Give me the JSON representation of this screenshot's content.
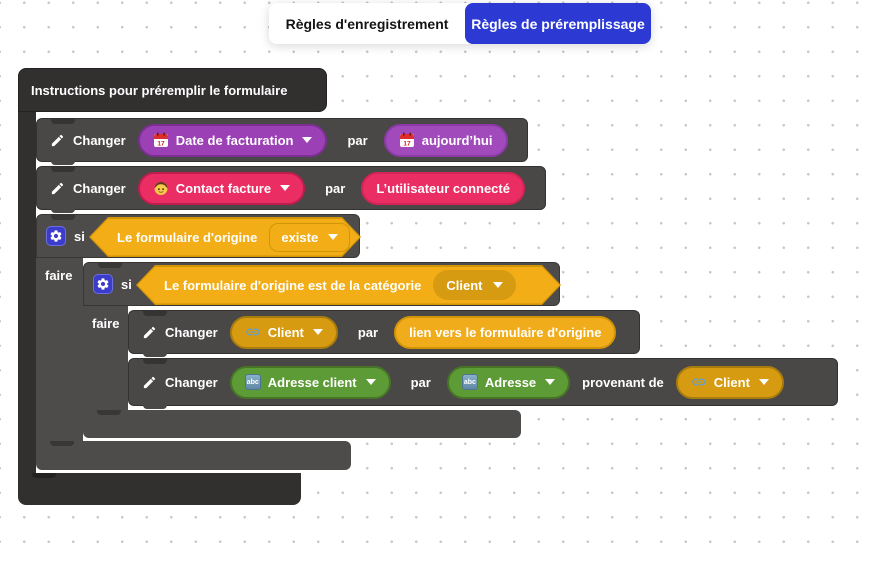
{
  "tabs": {
    "items": [
      {
        "label": "Règles d'enregistrement",
        "active": false
      },
      {
        "label": "Règles de préremplissage",
        "active": true
      }
    ]
  },
  "colors": {
    "tab_active_bg": "#2c3ad3",
    "container_block": "#322f2f",
    "statement_block": "#4a4747",
    "if_block": "#4e4b4b",
    "purple": "#9b40b5",
    "pink": "#ea2d62",
    "yellow": "#f2ad17",
    "gold": "#d69b11",
    "green": "#5d9b36",
    "gear_badge_blue": "#3c3ccb"
  },
  "canvas": {
    "title": "Instructions pour préremplir le formulaire"
  },
  "blocks": {
    "set_date": {
      "verb": "Changer",
      "field": "Date de facturation",
      "connector": "par",
      "value": "aujourd’hui"
    },
    "set_contact": {
      "verb": "Changer",
      "field": "Contact facture",
      "connector": "par",
      "value": "L’utilisateur connecté"
    },
    "if_outer": {
      "keyword": "si",
      "condition": "Le formulaire d'origine",
      "operator": "existe",
      "do_label": "faire"
    },
    "if_inner": {
      "keyword": "si",
      "condition": "Le formulaire d'origine est de la catégorie",
      "operator": "Client",
      "do_label": "faire"
    },
    "set_client": {
      "verb": "Changer",
      "field": "Client",
      "connector": "par",
      "value": "lien vers le formulaire d'origine"
    },
    "set_address": {
      "verb": "Changer",
      "field": "Adresse client",
      "connector": "par",
      "value": "Adresse",
      "connector2": "provenant de",
      "source": "Client"
    }
  },
  "icons": {
    "calendar_day": "17",
    "abc_label": "abc"
  }
}
